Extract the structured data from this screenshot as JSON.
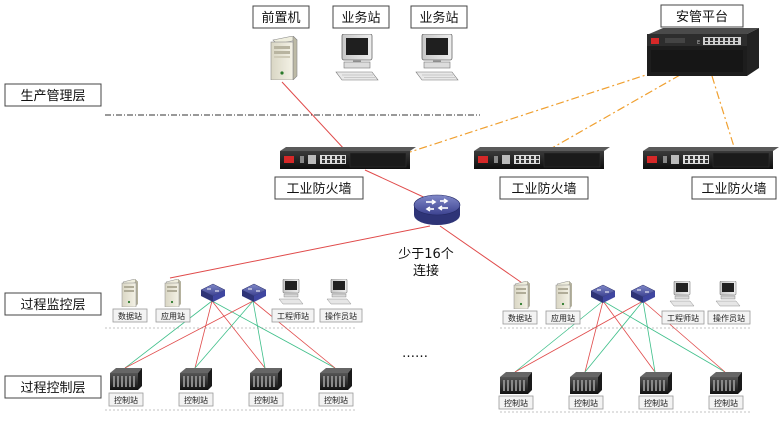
{
  "colors": {
    "red_link": "#e04a4a",
    "orange_link": "#f0a030",
    "green_link": "#3fbf8a"
  },
  "top_devices": {
    "front_server": "前置机",
    "workstation_1": "业务站",
    "workstation_2": "业务站",
    "security_platform": "安管平台"
  },
  "layers": {
    "production_management": "生产管理层",
    "process_monitoring": "过程监控层",
    "process_control": "过程控制层"
  },
  "firewalls": {
    "fw1": "工业防火墙",
    "fw2": "工业防火墙",
    "fw3": "工业防火墙"
  },
  "connection_note": {
    "line1": "少于16个",
    "line2": "连接"
  },
  "ellipsis": "……",
  "left_group": {
    "monitor": [
      "数据站",
      "应用站",
      "工程师站",
      "操作员站"
    ],
    "control": [
      "控制站",
      "控制站",
      "控制站",
      "控制站"
    ]
  },
  "right_group": {
    "monitor": [
      "数据站",
      "应用站",
      "工程师站",
      "操作员站"
    ],
    "control": [
      "控制站",
      "控制站",
      "控制站",
      "控制站"
    ]
  }
}
